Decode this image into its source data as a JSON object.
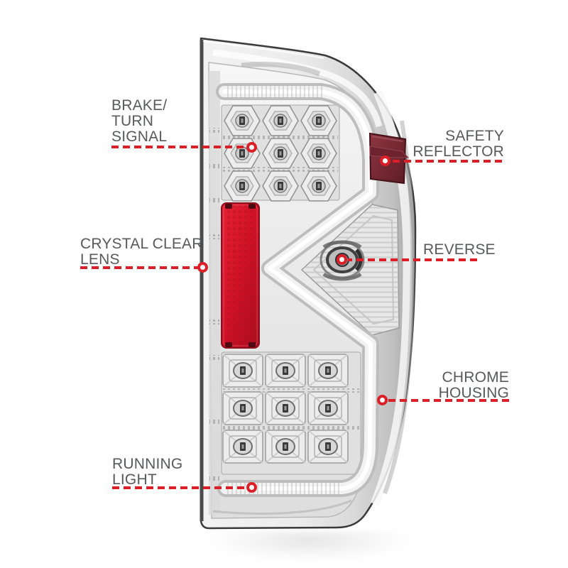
{
  "image_description": "Annotated product callout diagram of a chrome LED tail light with six labeled features",
  "colors": {
    "accent_red": "#dc1f26",
    "label_text": "#58595b",
    "reflector_red": "#ce1126",
    "safety_reflector_maroon": "#7a2833",
    "chrome_light": "#ececec",
    "housing_edge": "#3a3a3a"
  },
  "callouts": {
    "brake_turn_signal": {
      "lines": [
        "BRAKE/",
        "TURN",
        "SIGNAL"
      ],
      "side": "left"
    },
    "safety_reflector": {
      "lines": [
        "SAFETY",
        "REFLECTOR"
      ],
      "side": "right"
    },
    "crystal_clear_lens": {
      "lines": [
        "CRYSTAL CLEAR",
        "LENS"
      ],
      "side": "left"
    },
    "reverse": {
      "lines": [
        "REVERSE"
      ],
      "side": "right"
    },
    "chrome_housing": {
      "lines": [
        "CHROME",
        "HOUSING"
      ],
      "side": "right"
    },
    "running_light": {
      "lines": [
        "RUNNING",
        "LIGHT"
      ],
      "side": "left"
    }
  }
}
